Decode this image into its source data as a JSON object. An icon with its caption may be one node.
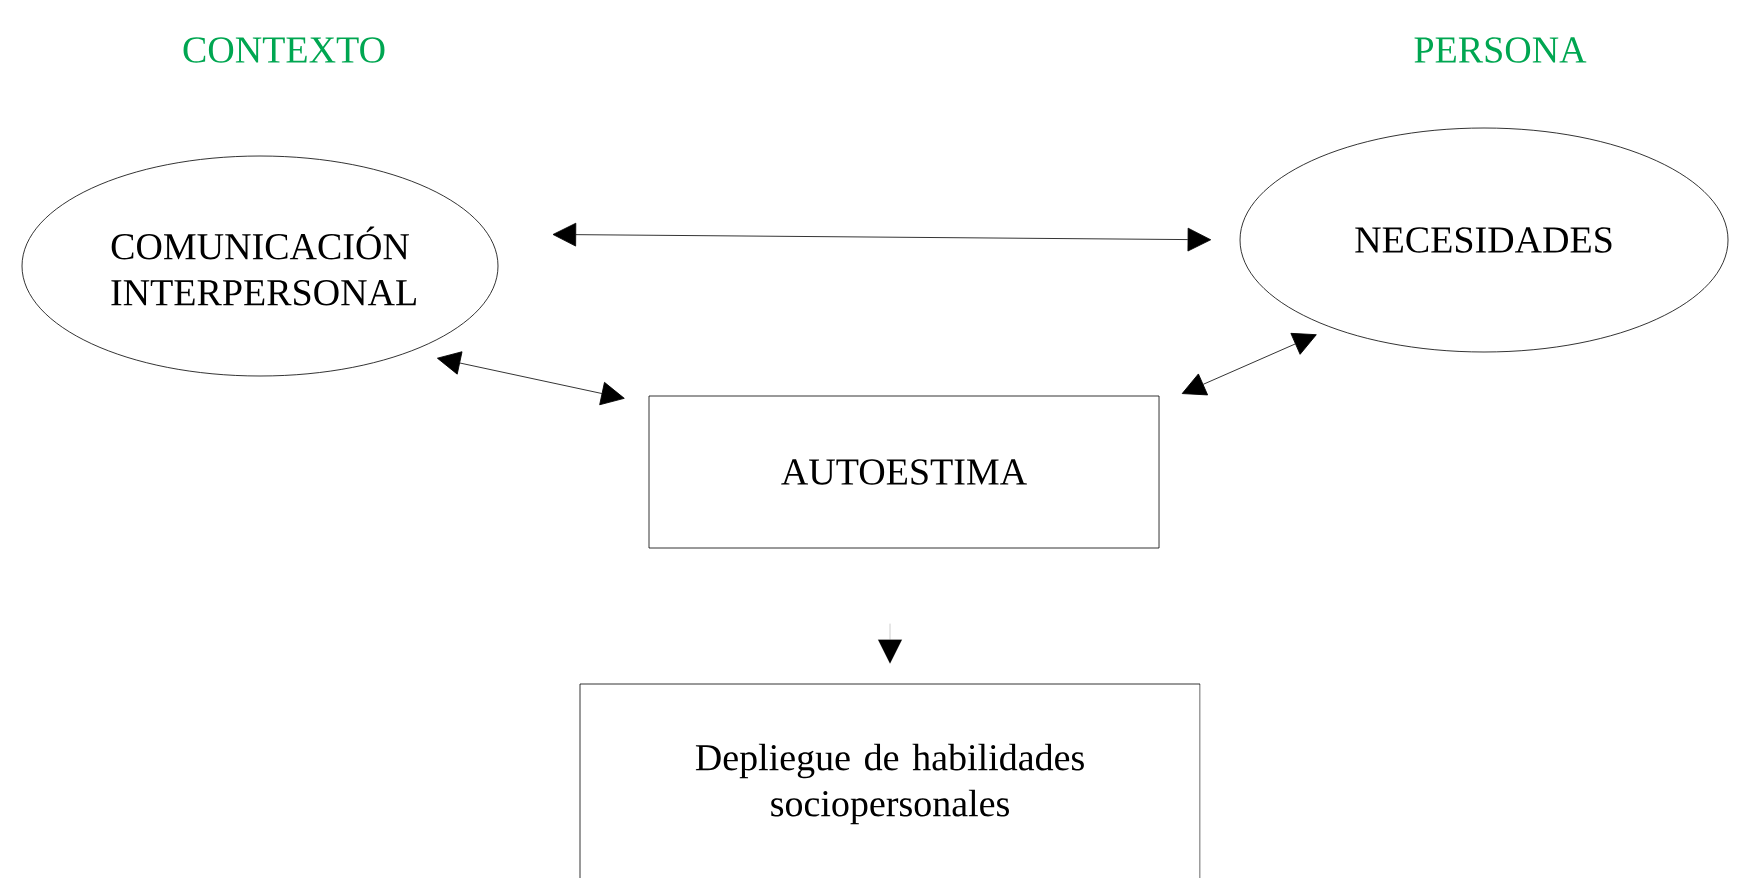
{
  "diagram": {
    "nodes": [
      {
        "text": [
          "CONTEXTO",
          "COMUNICACIÓN INTERPERSONAL"
        ]
      },
      {
        "text": [
          "PERSONA",
          "NECESIDADES"
        ]
      },
      {
        "text": [
          "AUTOESTIMA"
        ]
      },
      {
        "text": [
          "Depliegue de habilidades sociopersonales"
        ]
      }
    ],
    "edges": [
      {
        "from": 0,
        "to": 1,
        "arrow": "both"
      },
      {
        "from": 0,
        "to": 2,
        "arrow": "both"
      },
      {
        "from": 1,
        "to": 2,
        "arrow": "both"
      },
      {
        "from": null,
        "to": 3,
        "arrow": "to"
      }
    ]
  }
}
